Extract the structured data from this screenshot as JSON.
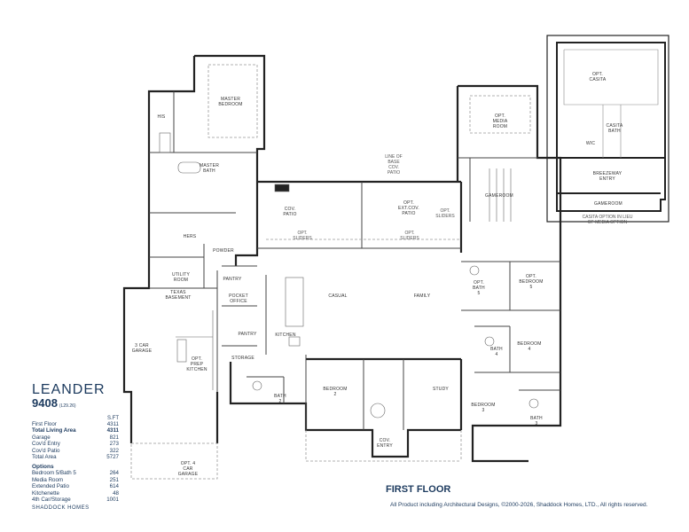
{
  "plan": {
    "name": "LEANDER",
    "number": "9408",
    "code": "(L29.26)",
    "sqft_header": "S.FT"
  },
  "areas": [
    {
      "label": "First Floor",
      "value": "4311",
      "bold": false
    },
    {
      "label": "Total Living Area",
      "value": "4311",
      "bold": true
    },
    {
      "label": "Garage",
      "value": "821",
      "bold": false
    },
    {
      "label": "Cov'd Entry",
      "value": "273",
      "bold": false
    },
    {
      "label": "Cov'd Patio",
      "value": "322",
      "bold": false
    },
    {
      "label": "Total Area",
      "value": "5727",
      "bold": false
    }
  ],
  "options_title": "Options",
  "options": [
    {
      "label": "Bedroom 5/Bath 5",
      "value": "264"
    },
    {
      "label": "Media Room",
      "value": "251"
    },
    {
      "label": "Extended Patio",
      "value": "614"
    },
    {
      "label": "Kitchenette",
      "value": "48"
    },
    {
      "label": "4th Car/Storage",
      "value": "1001"
    }
  ],
  "brand": "SHADDOCK HOMES",
  "floor_label": "FIRST FLOOR",
  "copyright": "All Product including Architectural Designs, ©2000-2026, Shaddock Homes, LTD., All rights reserved.",
  "rooms": {
    "master_bedroom": [
      "MASTER",
      "BEDROOM"
    ],
    "his": "HIS",
    "hers": "HERS",
    "master_bath": [
      "MASTER",
      "BATH"
    ],
    "powder": "POWDER",
    "utility": [
      "UTILITY",
      "ROOM"
    ],
    "texas_basement": [
      "TEXAS",
      "BASEMENT"
    ],
    "pantry": "PANTRY",
    "pocket_office": [
      "POCKET",
      "OFFICE"
    ],
    "pantry2": "PANTRY",
    "kitchen": "KITCHEN",
    "storage": "STORAGE",
    "garage": [
      "3 CAR",
      "GARAGE"
    ],
    "opt_prep_kitchen": [
      "OPT.",
      "PREP",
      "KITCHEN"
    ],
    "opt_4_car": [
      "OPT. 4",
      "CAR",
      "GARAGE"
    ],
    "cov_patio": [
      "COV.",
      "PATIO"
    ],
    "opt_sliders_1": [
      "OPT.",
      "SLIDERS"
    ],
    "opt_ext_patio": [
      "OPT.",
      "EXT.COV.",
      "PATIO"
    ],
    "opt_sliders_2": [
      "OPT.",
      "SLIDERS"
    ],
    "opt_sliders_3": [
      "OPT.",
      "SLIDERS"
    ],
    "line_of_base": [
      "LINE OF",
      "BASE",
      "COV.",
      "PATIO"
    ],
    "casual": "CASUAL",
    "family": "FAMILY",
    "bath2": [
      "BATH",
      "2"
    ],
    "bedroom2": [
      "BEDROOM",
      "2"
    ],
    "cov_entry": [
      "COV.",
      "ENTRY"
    ],
    "study": "STUDY",
    "opt_media": [
      "OPT.",
      "MEDIA",
      "ROOM"
    ],
    "gameroom": "GAMEROOM",
    "opt_bath5": [
      "OPT.",
      "BATH",
      "5"
    ],
    "opt_bedroom5": [
      "OPT.",
      "BEDROOM",
      "5"
    ],
    "bath4": [
      "BATH",
      "4"
    ],
    "bedroom4": [
      "BEDROOM",
      "4"
    ],
    "bedroom3": [
      "BEDROOM",
      "3"
    ],
    "bath3": [
      "BATH",
      "3"
    ],
    "opt_casita": [
      "OPT.",
      "CASITA"
    ],
    "casita_bath": [
      "CASITA",
      "BATH"
    ],
    "wic": "WIC",
    "breezeway": [
      "BREEZEWAY",
      "ENTRY"
    ],
    "gameroom_inset": "GAMEROOM",
    "casita_note": [
      "CASITA OPTION IN LIEU",
      "OF MEDIA OPTION"
    ]
  }
}
